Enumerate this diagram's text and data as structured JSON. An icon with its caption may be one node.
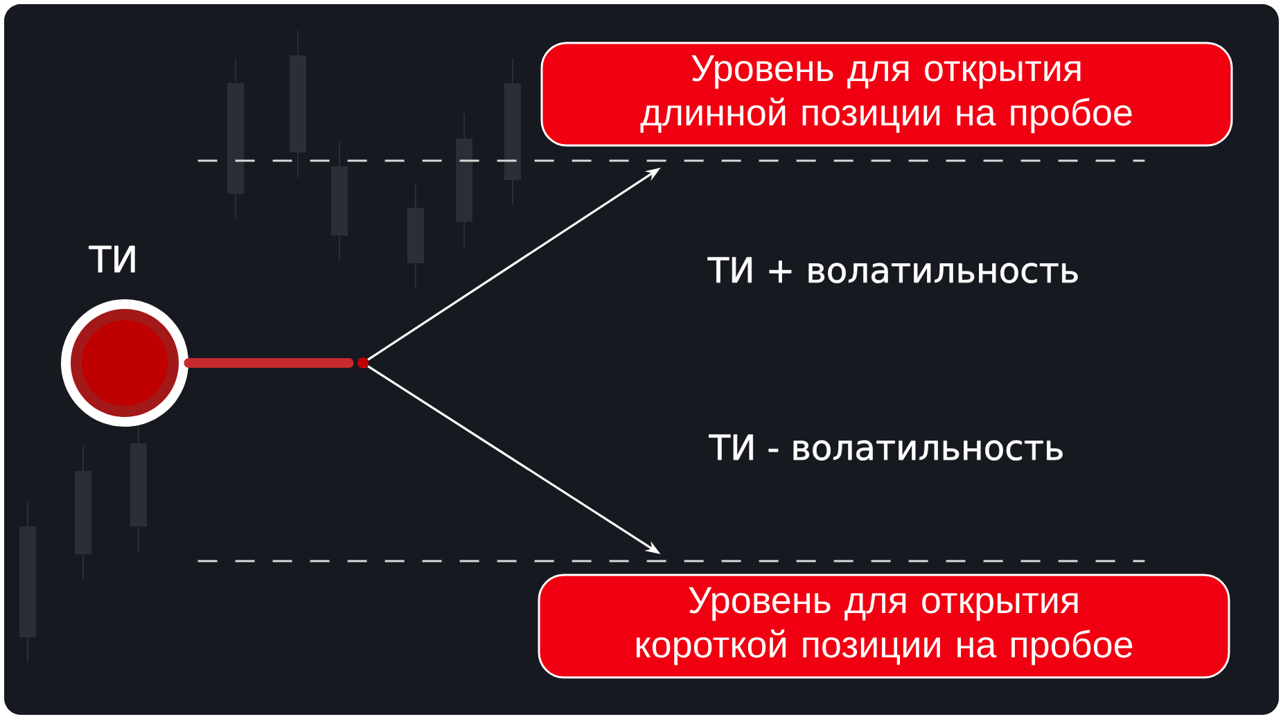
{
  "diagram": {
    "nodes": [
      {
        "text": [
          "ТИ"
        ]
      },
      {
        "text": [],
        "shape": "point"
      },
      {
        "text": [
          "Уровень для открытия длинной позиции на пробое"
        ]
      },
      {
        "text": [],
        "shape": "line"
      },
      {
        "text": [],
        "shape": "line"
      },
      {
        "text": [
          "Уровень для открытия короткой позиции на пробое"
        ]
      }
    ],
    "edges": [
      {
        "from": 0,
        "to": 1,
        "arrow": "none",
        "style": "thick",
        "color": "#c62a2f"
      },
      {
        "from": 1,
        "to": 3,
        "arrow": "to"
      },
      {
        "from": 1,
        "to": 4,
        "arrow": "to"
      }
    ],
    "labels": [
      "ТИ + волатильность",
      "ТИ - волатильность"
    ]
  }
}
